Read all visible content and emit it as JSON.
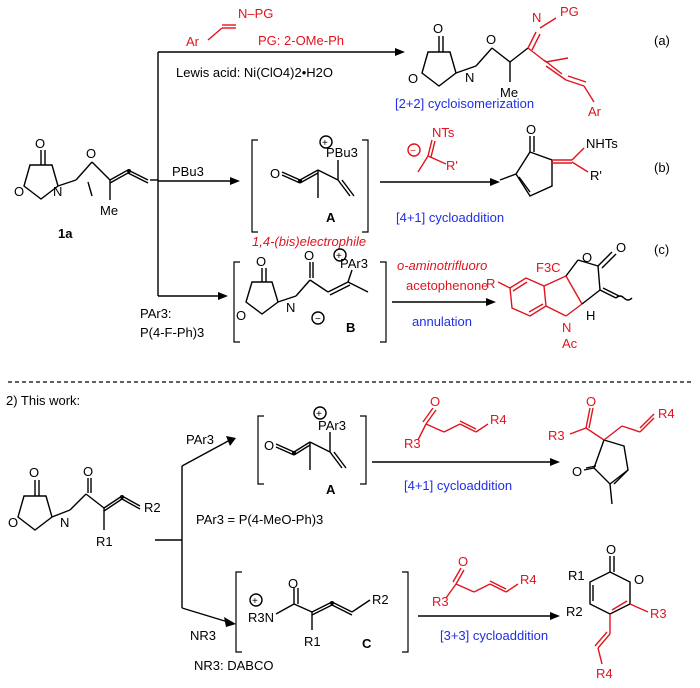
{
  "reagents": {
    "a_imine_top": "N–PG",
    "a_imine_ar": "Ar",
    "a_pg": "PG: 2-OMe-Ph",
    "a_lewis": "Lewis acid: Ni(ClO4)2•H2O",
    "a_label": "[2+2] cycloisomerization",
    "b_reagent": "PBu3",
    "b_electrophile": "1,4-(bis)electrophile",
    "b_label": "[4+1] cycloaddition",
    "c_reagent1": "PAr3:",
    "c_reagent2": "P(4-F-Ph)3",
    "c_over1": "o-aminotrifluoro",
    "c_over2": "acetophenone",
    "c_label": "annulation",
    "w_reagent_p": "PAr3",
    "w_par3_def": "PAr3 = P(4-MeO-Ph)3",
    "w_label_p": "[4+1] cycloaddition",
    "w_reagent_n": "NR3",
    "w_nr3_def": "NR3: DABCO",
    "w_label_n": "[3+3] cycloaddition"
  },
  "labels": {
    "tag_a": "(a)",
    "tag_b": "(b)",
    "tag_c": "(c)",
    "compound_1a": "1a",
    "int_A": "A",
    "int_A2": "A",
    "int_B": "B",
    "int_C": "C",
    "this_work": "2) This work:"
  },
  "atoms": {
    "O": "O",
    "N": "N",
    "Me": "Me",
    "PBu3": "PBu3",
    "PAr3": "PAr3",
    "NTs": "NTs",
    "NHTs": "NHTs",
    "Rp": "R'",
    "PG": "PG",
    "Ar": "Ar",
    "R": "R",
    "F3C": "F3C",
    "H": "H",
    "Ac": "Ac",
    "R1": "R1",
    "R2": "R2",
    "R3": "R3",
    "R4": "R4",
    "R3N": "R3N"
  }
}
